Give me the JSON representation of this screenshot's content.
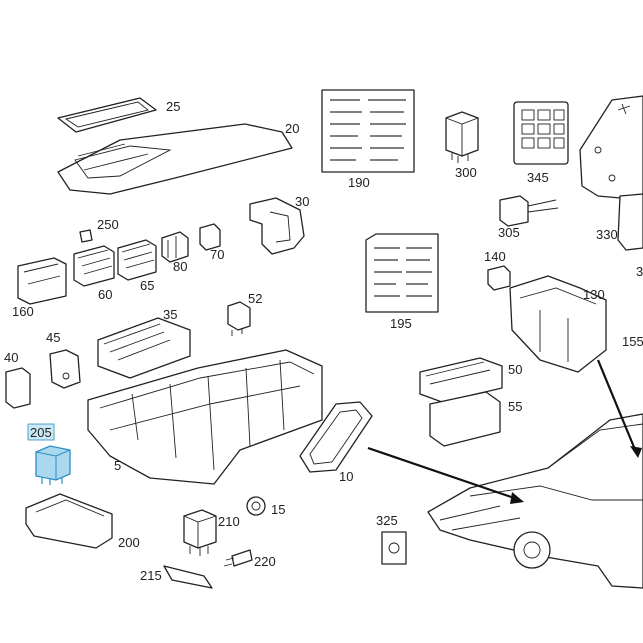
{
  "colors": {
    "line": "#222222",
    "highlight_fill": "#a9d8ef",
    "highlight_stroke": "#2a8fc4",
    "background": "#ffffff"
  },
  "highlighted_part": "205",
  "callouts": {
    "c5": "5",
    "c10": "10",
    "c15": "15",
    "c20": "20",
    "c25": "25",
    "c30": "30",
    "c35": "35",
    "c40": "40",
    "c45": "45",
    "c50": "50",
    "c52": "52",
    "c55": "55",
    "c60": "60",
    "c65": "65",
    "c70": "70",
    "c80": "80",
    "c130": "130",
    "c140": "140",
    "c155": "155",
    "c160": "160",
    "c190": "190",
    "c195": "195",
    "c200": "200",
    "c205": "205",
    "c210": "210",
    "c215": "215",
    "c220": "220",
    "c250": "250",
    "c300": "300",
    "c305": "305",
    "c325": "325",
    "c330": "330",
    "c345": "345",
    "c3": "3"
  }
}
